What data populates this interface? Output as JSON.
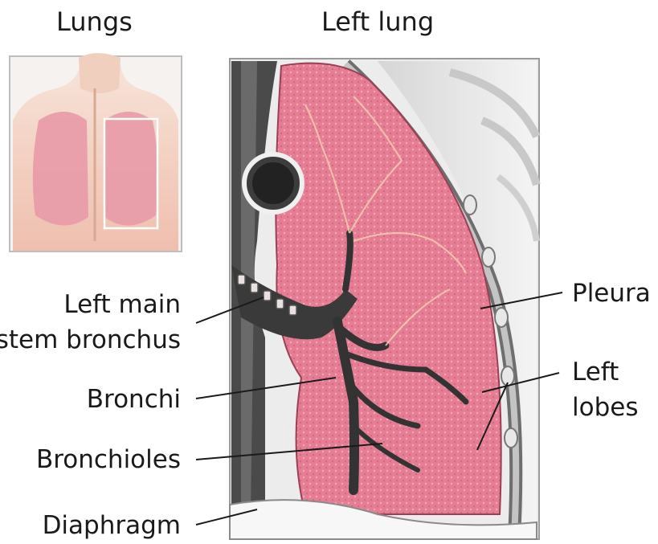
{
  "titles": {
    "lungs": "Lungs",
    "left_lung": "Left lung"
  },
  "labels": {
    "left_main_line1": "Left main",
    "left_main_line2": "stem bronchus",
    "bronchi": "Bronchi",
    "bronchioles": "Bronchioles",
    "diaphragm": "Diaphragm",
    "pleura": "Pleura",
    "left_lobes_line1": "Left",
    "left_lobes_line2": "lobes"
  },
  "colors": {
    "lung_pink": "#e57e95",
    "lung_pink_light": "#f0a6b5",
    "airway_dark": "#3a3a3a",
    "skin": "#f2c9b8",
    "background": "#ffffff"
  }
}
